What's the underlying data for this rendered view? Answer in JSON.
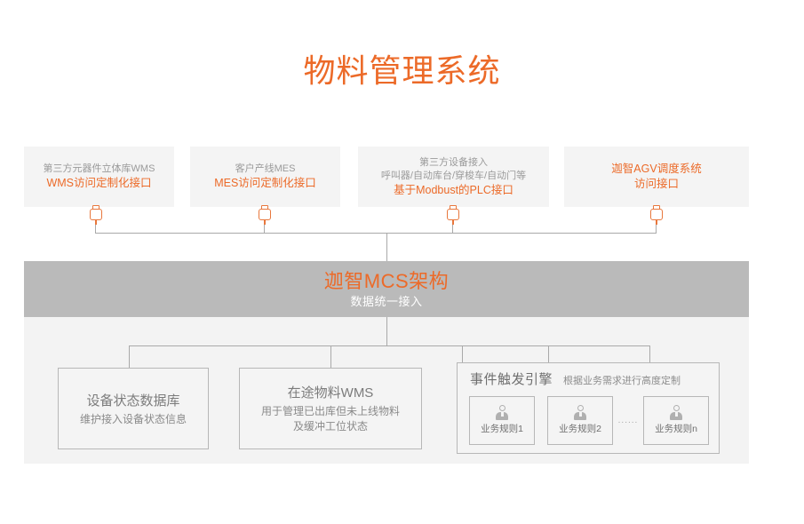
{
  "title": "物料管理系统",
  "accent_color": "#ec6a28",
  "gray_bar_color": "#bababa",
  "top_interfaces": [
    {
      "id": "wms",
      "gray_lines": [
        "第三方元器件立体库WMS"
      ],
      "orange_lines": [
        "WMS访问定制化接口"
      ],
      "plug_icon": "plug-icon"
    },
    {
      "id": "mes",
      "gray_lines": [
        "客户产线MES"
      ],
      "orange_lines": [
        "MES访问定制化接口"
      ],
      "plug_icon": "plug-icon"
    },
    {
      "id": "device",
      "gray_lines": [
        "第三方设备接入",
        "呼叫器/自动库台/穿梭车/自动门等"
      ],
      "orange_lines": [
        "基于Modbust的PLC接口"
      ],
      "plug_icon": "plug-icon"
    },
    {
      "id": "agv",
      "gray_lines": [],
      "orange_lines": [
        "迦智AGV调度系统",
        "访问接口"
      ],
      "plug_icon": "plug-icon"
    }
  ],
  "mcs": {
    "title": "迦智MCS架构",
    "subtitle": "数据统一接入"
  },
  "modules": [
    {
      "id": "device-status-db",
      "title": "设备状态数据库",
      "sub_lines": [
        "维护接入设备状态信息"
      ]
    },
    {
      "id": "in-transit-wms",
      "title": "在途物料WMS",
      "sub_lines": [
        "用于管理已出库但未上线物料",
        "及缓冲工位状态"
      ]
    }
  ],
  "engine": {
    "title": "事件触发引擎",
    "note": "根据业务需求进行高度定制",
    "ellipsis": "......",
    "rules": [
      {
        "label": "业务规则1",
        "icon": "person-icon"
      },
      {
        "label": "业务规则2",
        "icon": "person-icon"
      },
      {
        "label": "业务规则n",
        "icon": "person-icon"
      }
    ]
  }
}
